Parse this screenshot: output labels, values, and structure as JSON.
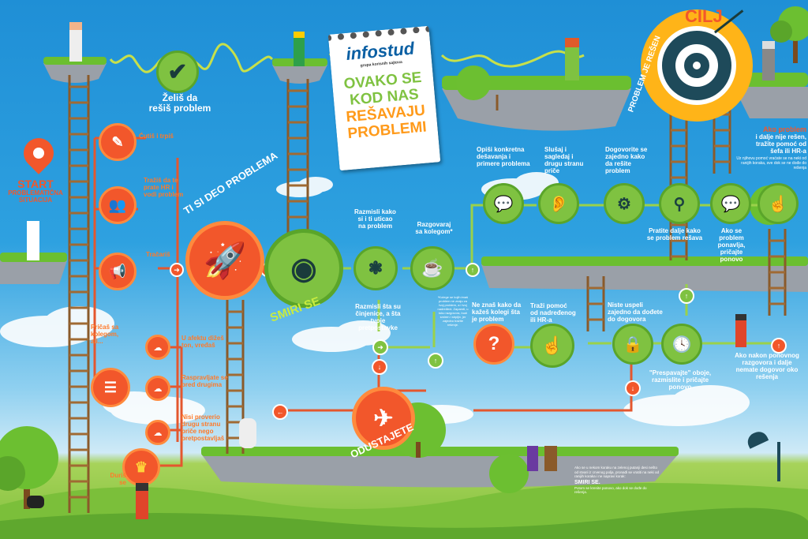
{
  "colors": {
    "green": "#7fc241",
    "orange": "#f2572b",
    "sky": "#2ea1e0",
    "brick": "#e85a2a",
    "teal": "#1aa3a3"
  },
  "brand": {
    "name": "infostud",
    "tagline": "grupa korisnih sajtova"
  },
  "headline": {
    "line1": "OVAKO SE",
    "line2": "KOD NAS",
    "line3": "REŠAVAJU",
    "line4": "PROBLEMI"
  },
  "start": {
    "label": "START",
    "sub1": "PROBLEMATIČNA",
    "sub2": "SITUACIJA"
  },
  "zelis": {
    "line1": "Želiš da",
    "line2": "rešiš problem"
  },
  "goal": {
    "arc_text": "PROBLEM JE REŠEN",
    "cilj": "CILJ"
  },
  "left_options": [
    {
      "text": "Ćutiš i trpiš",
      "icon": "silence-icon"
    },
    {
      "text": "Tražiš da te prate HR i vodi problem",
      "icon": "people-icon"
    },
    {
      "text": "Tračariš",
      "icon": "megaphone-icon"
    }
  ],
  "gossip": {
    "label1": "Pričaš sa",
    "label2": "kolegom,",
    "label3": "ali...",
    "icon": "chat-icon"
  },
  "gossip_outcomes": [
    "U afektu dižeš ton, vređaš",
    "Raspravljate se pred drugima",
    "Nisi proverio drugu stranu priče nego pretpostavljaš"
  ],
  "durise": {
    "line1": "Duriš",
    "line2": "se",
    "icon": "crown-icon"
  },
  "ti_si_deo": "TI SI DEO PROBLEMA",
  "smiri_se": "SMIRI SE",
  "odustajete": "ODUSTAJETE",
  "middle_steps": [
    {
      "text": "Razmisli kako si i ti uticao na problem",
      "icon": "brain-icon"
    },
    {
      "text": "Razgovaraj sa kolegom*",
      "icon": "coffee-icon"
    }
  ],
  "razmisli2": "Razmisli šta su činjenice, a šta tvoje pretpostavke",
  "footnote_mid": "*Kolege se kojih imaš problem ne znaju za tvoj problem, a i tvoj nadređeni. Zapamti, u toku razgovora, budi smiren i strpljiv, jer zajedno tražite rešenje.",
  "ne_znas": "Ne znaš kako da kažeš kolegi šta je problem",
  "trazi_pomoc": "Traži pomoć od nadređenog ili HR-a",
  "top_steps": [
    {
      "text": "Opiši konkretna dešavanja i primere problema",
      "icon": "speech-icon"
    },
    {
      "text": "Slušaj i sagledaj i drugu stranu priče",
      "icon": "ear-icon"
    },
    {
      "text": "Dogovorite se zajedno kako da rešite problem",
      "icon": "gears-icon"
    },
    {
      "text": "Pratite dalje kako se problem rešava",
      "icon": "magnifier-icon"
    },
    {
      "text": "Ako se problem ponavlja, pričajte ponovo",
      "icon": "speech-icon"
    },
    {
      "text": "",
      "icon": "hand-tap-icon"
    }
  ],
  "ako_problem": {
    "title1": "Ako problem",
    "title2": "i dalje nije rešen,",
    "title3": "tražite pomoć od",
    "title4": "šefa ili HR-a",
    "note": "Uz njihovu pomoć vraćate se na neki od ranijih koraka, sve dok se ne dođe do rešenja"
  },
  "lower_right": [
    {
      "text": "Niste uspeli zajedno da dođete do dogovora",
      "icon": "lock-icon"
    },
    {
      "text": "\"Prespavajte\" oboje, razmislite i pričajte ponovo",
      "icon": "clock-icon"
    },
    {
      "text": "Ako nakon ponovnog razgovora i dalje nemate dogovor oko rešenja",
      "icon": "hand-tap-icon"
    }
  ],
  "bottom_note": {
    "text": "Ako se u nekom koraku na zelenoj putanji desi nešto od stvari iz crvenog polja, pronađi se vratiti na neki od ranijih koraka i ne napravi korak:",
    "emph": "SMIRI SE.",
    "tail": "Potom se krenite ponovo, ako dok se dođe do rešenja."
  }
}
